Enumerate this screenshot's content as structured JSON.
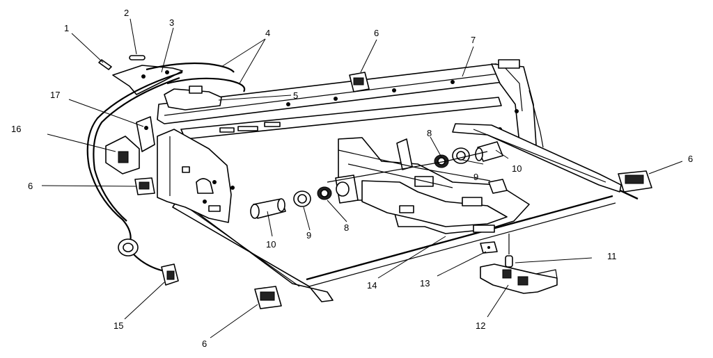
{
  "callouts": [
    {
      "id": "c1",
      "text": "1"
    },
    {
      "id": "c2",
      "text": "2"
    },
    {
      "id": "c3",
      "text": "3"
    },
    {
      "id": "c4",
      "text": "4"
    },
    {
      "id": "c5",
      "text": "5"
    },
    {
      "id": "c6a",
      "text": "6"
    },
    {
      "id": "c6b",
      "text": "6"
    },
    {
      "id": "c6c",
      "text": "6"
    },
    {
      "id": "c6d",
      "text": "6"
    },
    {
      "id": "c7",
      "text": "7"
    },
    {
      "id": "c8a",
      "text": "8"
    },
    {
      "id": "c8b",
      "text": "8"
    },
    {
      "id": "c9a",
      "text": "9"
    },
    {
      "id": "c9b",
      "text": "9"
    },
    {
      "id": "c10a",
      "text": "10"
    },
    {
      "id": "c10b",
      "text": "10"
    },
    {
      "id": "c11",
      "text": "11"
    },
    {
      "id": "c12",
      "text": "12"
    },
    {
      "id": "c13",
      "text": "13"
    },
    {
      "id": "c14",
      "text": "14"
    },
    {
      "id": "c15",
      "text": "15"
    },
    {
      "id": "c16",
      "text": "16"
    },
    {
      "id": "c17",
      "text": "17"
    }
  ]
}
